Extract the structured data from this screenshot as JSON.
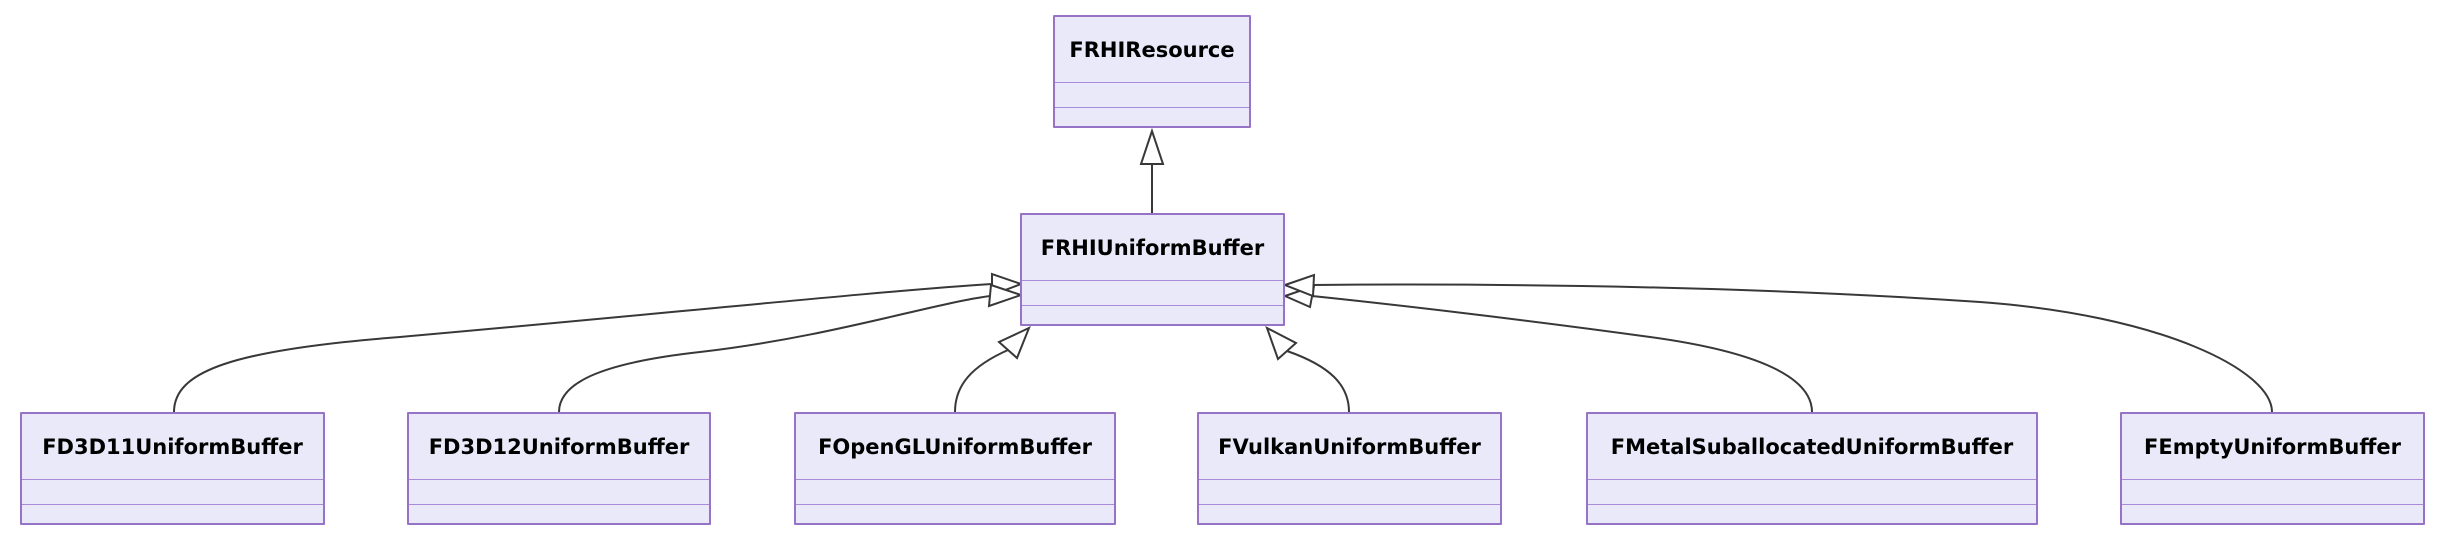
{
  "diagram": {
    "kind": "uml-class-inheritance",
    "colors": {
      "background": "#FFFFFF",
      "node_fill": "#E9E9F9",
      "node_border": "#9673C6",
      "edge_color": "#383838",
      "text_color": "#000000"
    },
    "nodes": [
      {
        "id": "FRHIResource",
        "label": "FRHIResource"
      },
      {
        "id": "FRHIUniformBuffer",
        "label": "FRHIUniformBuffer"
      },
      {
        "id": "FD3D11UniformBuffer",
        "label": "FD3D11UniformBuffer"
      },
      {
        "id": "FD3D12UniformBuffer",
        "label": "FD3D12UniformBuffer"
      },
      {
        "id": "FOpenGLUniformBuffer",
        "label": "FOpenGLUniformBuffer"
      },
      {
        "id": "FVulkanUniformBuffer",
        "label": "FVulkanUniformBuffer"
      },
      {
        "id": "FMetalSuballocatedUniformBuffer",
        "label": "FMetalSuballocatedUniformBuffer"
      },
      {
        "id": "FEmptyUniformBuffer",
        "label": "FEmptyUniformBuffer"
      }
    ],
    "edges": [
      {
        "from": "FRHIUniformBuffer",
        "to": "FRHIResource",
        "type": "inheritance"
      },
      {
        "from": "FD3D11UniformBuffer",
        "to": "FRHIUniformBuffer",
        "type": "inheritance"
      },
      {
        "from": "FD3D12UniformBuffer",
        "to": "FRHIUniformBuffer",
        "type": "inheritance"
      },
      {
        "from": "FOpenGLUniformBuffer",
        "to": "FRHIUniformBuffer",
        "type": "inheritance"
      },
      {
        "from": "FVulkanUniformBuffer",
        "to": "FRHIUniformBuffer",
        "type": "inheritance"
      },
      {
        "from": "FMetalSuballocatedUniformBuffer",
        "to": "FRHIUniformBuffer",
        "type": "inheritance"
      },
      {
        "from": "FEmptyUniformBuffer",
        "to": "FRHIUniformBuffer",
        "type": "inheritance"
      }
    ]
  }
}
